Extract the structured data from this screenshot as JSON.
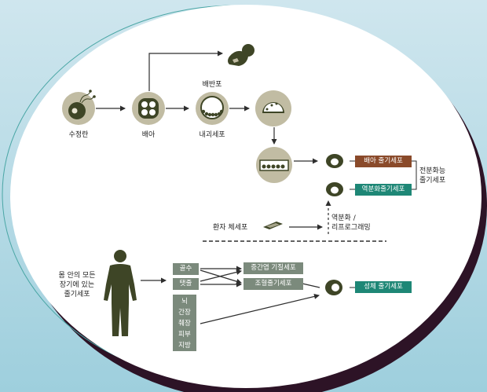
{
  "labels": {
    "fertilized_egg": "수정란",
    "embryo": "배아",
    "blastocyst": "배반포",
    "inner_cell_mass": "내괴세포",
    "body_stem_cells": [
      "몸 안의 모든",
      "장기에 있는",
      "줄기세포"
    ],
    "patient_somatic_cell": "환자 체세포",
    "reprogramming": [
      "역분화 /",
      "리프로그래밍"
    ],
    "pluripotent": [
      "전분화능",
      "줄기세포"
    ]
  },
  "boxes": {
    "embryonic_stem_cell": "배아 줄기세포",
    "ips_cell": "역분화줄기세포",
    "bone_marrow": "골수",
    "umbilical_cord": "탯줄",
    "mesenchymal": "중간엽 기질세포",
    "hematopoietic": "조혈줄기세포",
    "adult_stem_cell": "성체 줄기세포",
    "tissues": [
      "뇌",
      "간장",
      "췌장",
      "피부",
      "지방"
    ]
  },
  "colors": {
    "olive": "#3e4526",
    "circle": "#c1bca3",
    "brown": "#8a4a2a",
    "teal": "#1e8776",
    "gray_box": "#7b8a7c"
  }
}
